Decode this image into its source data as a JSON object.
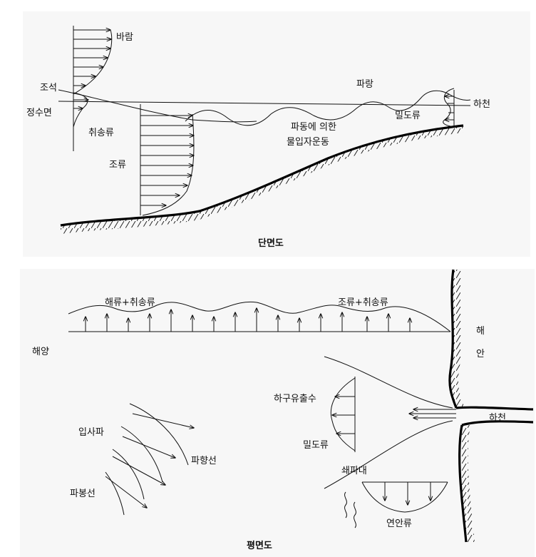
{
  "section_view": {
    "caption": "단면도",
    "labels": {
      "wind": "바람",
      "tide": "조석",
      "still_water": "정수면",
      "wind_drift": "취송류",
      "tidal_current": "조류",
      "waves": "파랑",
      "river": "하천",
      "undertow": "밀도류",
      "orbital_line1": "파동에 의한",
      "orbital_line2": "물입자운동"
    }
  },
  "plan_view": {
    "caption": "평면도",
    "labels": {
      "ocean_wind": "해류+취송류",
      "tidal_wind": "조류+취송류",
      "ocean": "해양",
      "coast_1": "해",
      "coast_2": "안",
      "estuary_outflow": "하구유출수",
      "river": "하천",
      "density_current": "밀도류",
      "surf_zone": "쇄파대",
      "longshore": "연안류",
      "incident_wave": "입사파",
      "wave_ray": "파향선",
      "wave_crest": "파봉선"
    }
  },
  "colors": {
    "ink": "#111111",
    "panel": "#f7f7f7"
  }
}
